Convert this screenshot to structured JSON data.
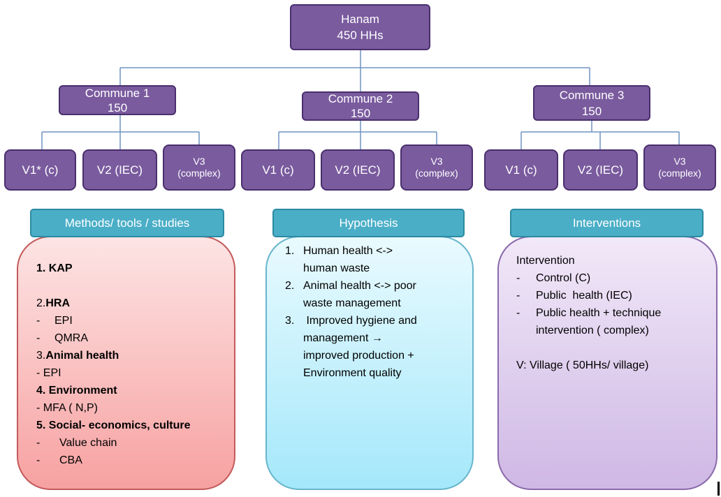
{
  "root": {
    "title": "Hanam",
    "subtitle": "450 HHs"
  },
  "communes": [
    {
      "title": "Commune 1",
      "value": "150",
      "villages": [
        {
          "label": "V1*  (c)"
        },
        {
          "label": "V2 (IEC)"
        },
        {
          "label": "V3",
          "sub": "(complex)"
        }
      ]
    },
    {
      "title": "Commune 2",
      "value": "150",
      "villages": [
        {
          "label": "V1  (c)"
        },
        {
          "label": "V2 (IEC)"
        },
        {
          "label": "V3",
          "sub": "(complex)"
        }
      ]
    },
    {
      "title": "Commune 3",
      "value": "150",
      "villages": [
        {
          "label": "V1  (c)"
        },
        {
          "label": "V2 (IEC)"
        },
        {
          "label": "V3",
          "sub": "(complex)"
        }
      ]
    }
  ],
  "sections": {
    "methods": {
      "header": "Methods/ tools / studies",
      "items": {
        "kap": "1.  KAP",
        "hra_num": "2. ",
        "hra": "HRA",
        "epi_1": "EPI",
        "qmra": "QMRA",
        "animal_num": "3. ",
        "animal": "Animal health",
        "epi_2": "- EPI",
        "environment": "4. Environment",
        "mfa": "- MFA ( N,P)",
        "social": "5. Social- economics, culture",
        "value_chain": "Value chain",
        "cba": "CBA"
      }
    },
    "hypothesis": {
      "header": "Hypothesis",
      "items": [
        {
          "num": "1.",
          "line1": "Human health <->",
          "line2": "human waste"
        },
        {
          "num": "2.",
          "line1": "Animal health <-> poor",
          "line2": "waste management"
        },
        {
          "num": "3.",
          "line1": " Improved hygiene and",
          "line2": "management →",
          "line3": "improved production +",
          "line4": "Environment quality"
        }
      ]
    },
    "interventions": {
      "header": "Interventions",
      "title": "Intervention",
      "items": {
        "control": "Control (C)",
        "public_health": "Public  health (IEC)",
        "complex_1": "Public health + technique",
        "complex_2": "intervention ( complex)"
      },
      "note": "V: Village ( 50HHs/ village)"
    }
  },
  "colors": {
    "node": "#7a5b9e",
    "node_border": "#4a2f6d",
    "connector": "#6f93c2",
    "header": "#4aaec7",
    "methods_panel": "#f7a1a1",
    "hypothesis_panel": "#a4e8fb",
    "interventions_panel": "#cfb8e5"
  }
}
